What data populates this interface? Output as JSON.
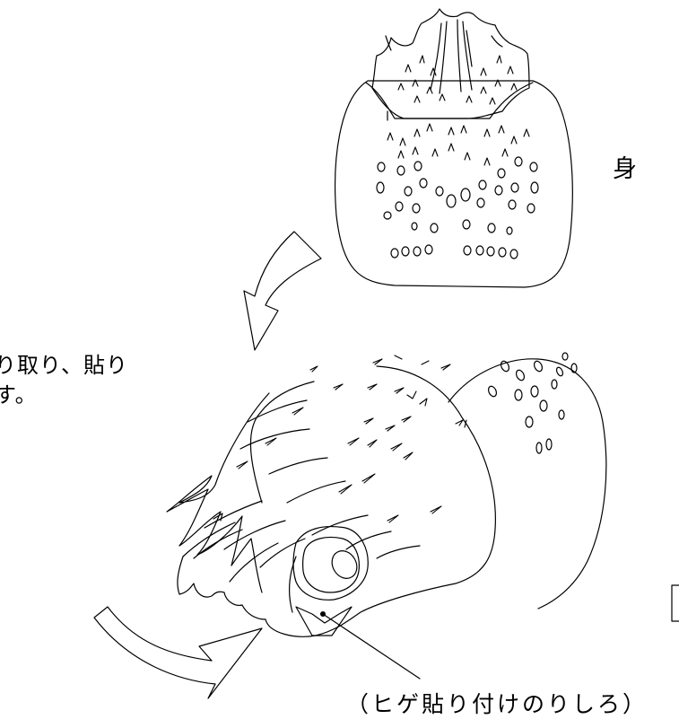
{
  "labels": {
    "body_part": "身",
    "instruction_line1": "り取り、貼り",
    "instruction_line2": "す。",
    "glue_tab": "（ヒゲ貼り付けのりしろ）"
  }
}
